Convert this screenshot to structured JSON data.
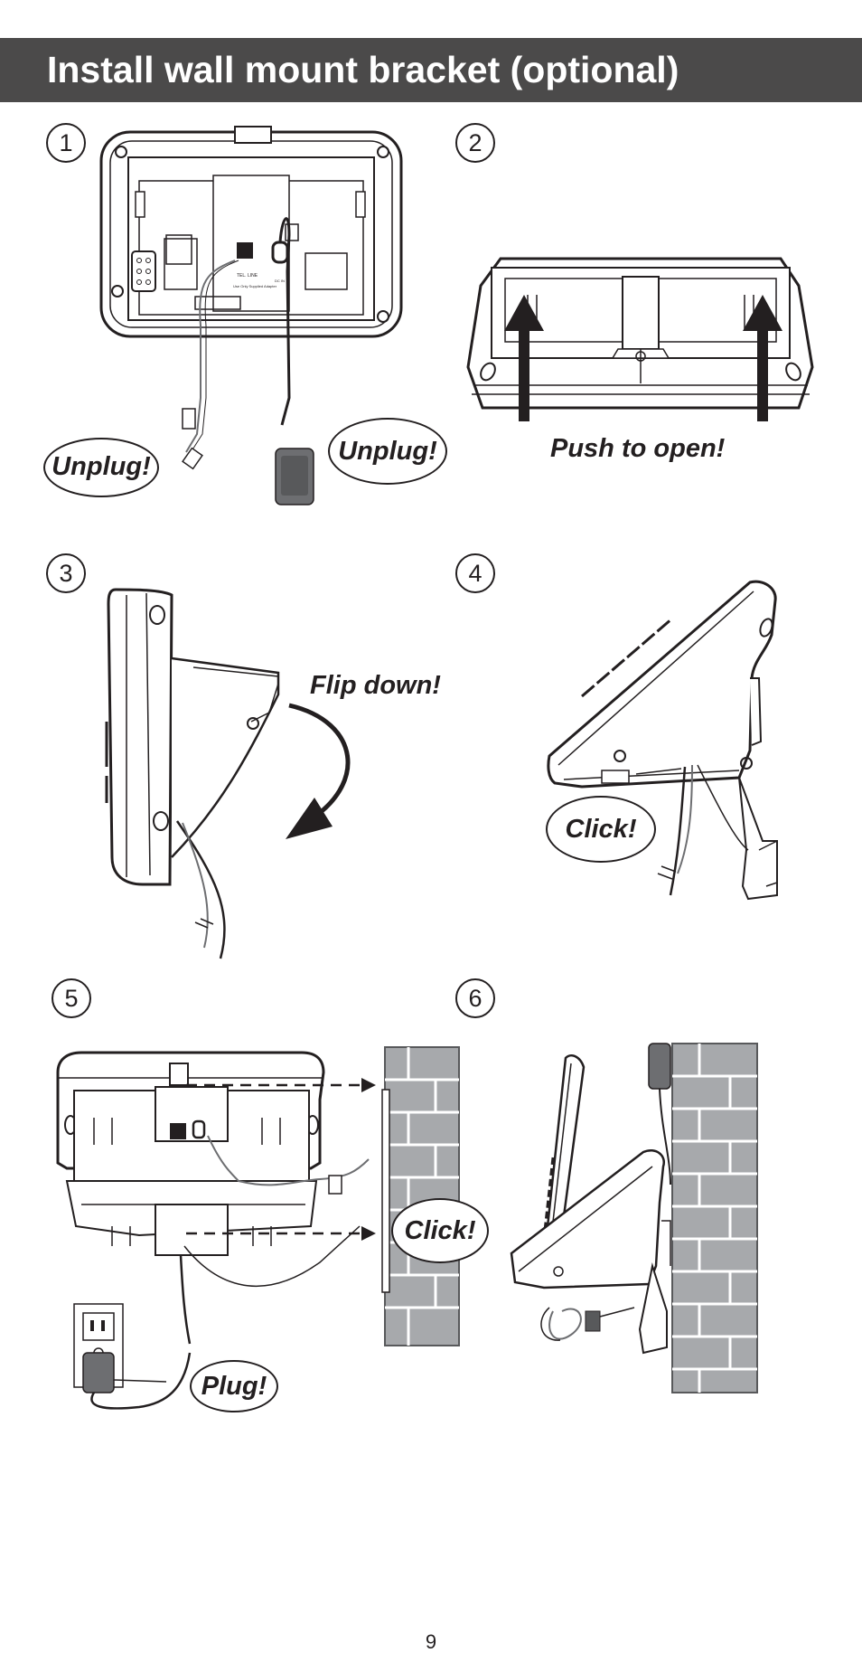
{
  "title": "Install wall mount bracket (optional)",
  "steps": [
    {
      "number": "1",
      "captions": [
        "Unplug!",
        "Unplug!"
      ]
    },
    {
      "number": "2",
      "caption": "Push to open!"
    },
    {
      "number": "3",
      "caption": "Flip down!"
    },
    {
      "number": "4",
      "caption": "Click!"
    },
    {
      "number": "5",
      "captions": [
        "Click!",
        "Plug!"
      ]
    },
    {
      "number": "6"
    }
  ],
  "base_labels": [
    "TEL. LINE",
    "Use Only Supplied Adapter",
    "DC IN"
  ],
  "page_number": "9",
  "colors": {
    "title_bar": "#4b4a4a",
    "brick": "#a7a9ac",
    "adapter": "#6d6e71"
  }
}
